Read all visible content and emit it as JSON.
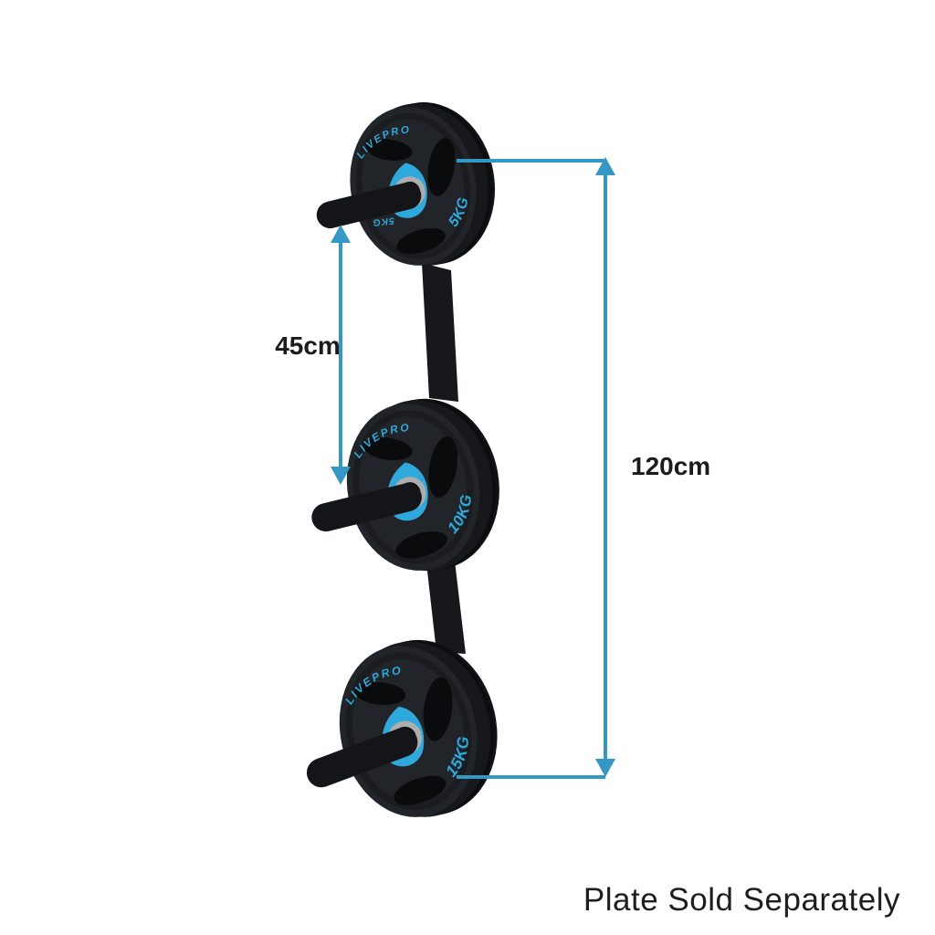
{
  "product": {
    "brand": "LIVEPRO",
    "plates": [
      {
        "weight": "5KG"
      },
      {
        "weight": "10KG"
      },
      {
        "weight": "15KG"
      }
    ]
  },
  "dimensions": {
    "between_pegs": "45cm",
    "total_height": "120cm"
  },
  "note": "Plate Sold Separately",
  "colors": {
    "accent_teal": "#3598C4",
    "plate_blue": "#2FA8DB",
    "plate_black": "#212428",
    "background": "#FFFFFF"
  }
}
